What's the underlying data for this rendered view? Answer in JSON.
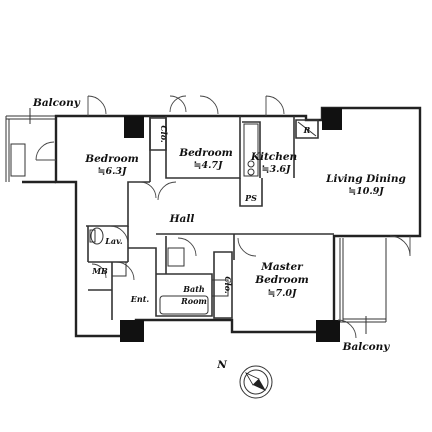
{
  "rooms": {
    "bedroom1": {
      "name": "Bedroom",
      "area": "≒6.3J"
    },
    "bedroom2": {
      "name": "Bedroom",
      "area": "≒4.7J"
    },
    "kitchen": {
      "name": "Kitchen",
      "area": "≒3.6J"
    },
    "living": {
      "name": "Living Dining",
      "area": "≒10.9J"
    },
    "master": {
      "name_line1": "Master",
      "name_line2": "Bedroom",
      "area": "≒7.0J"
    },
    "bath": {
      "name_line1": "Bath",
      "name_line2": "Room"
    }
  },
  "labels": {
    "balcony_top": "Balcony",
    "balcony_bottom": "Balcony",
    "hall": "Hall",
    "lav": "Lav.",
    "mb": "MB",
    "ent": "Ent.",
    "ps": "PS",
    "refrigerator": "R",
    "clo1": "Clo.",
    "clo2": "Clo."
  },
  "compass": {
    "north": "N"
  }
}
